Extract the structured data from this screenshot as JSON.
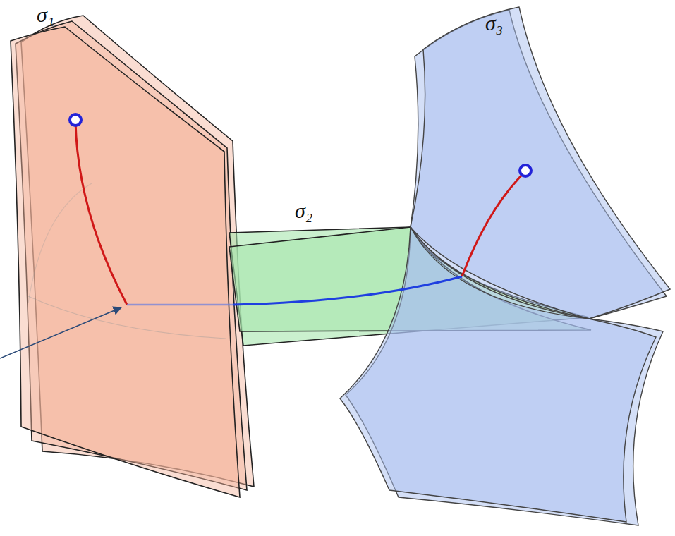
{
  "diagram": {
    "labels": [
      "σ₁",
      "σ₂",
      "σ₃"
    ]
  }
}
